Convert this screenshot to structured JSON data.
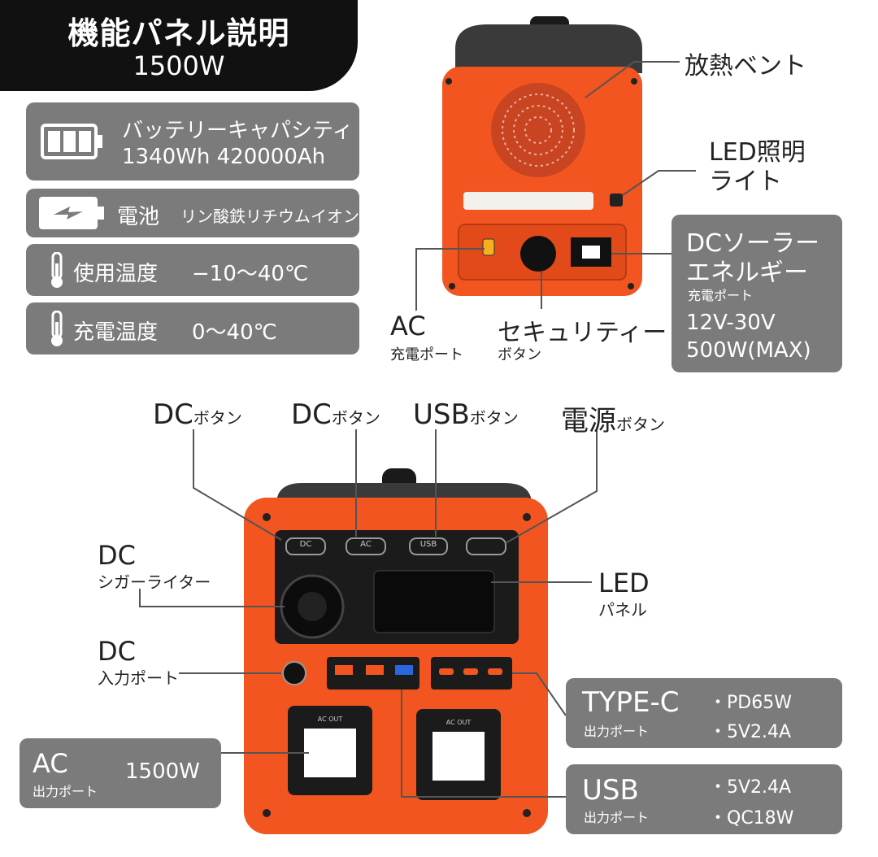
{
  "header": {
    "title": "機能パネル説明",
    "subtitle": "1500W"
  },
  "specs": [
    {
      "label": "バッテリーキャパシティ",
      "value": "1340Wh 420000Ah",
      "icon": "battery-icon"
    },
    {
      "label": "電池",
      "value": "リン酸鉄リチウムイオン",
      "icon": "battery-charge-icon"
    },
    {
      "label": "使用温度",
      "value": "−10〜40℃",
      "icon": "thermometer-icon"
    },
    {
      "label": "充電温度",
      "value": "0〜40℃",
      "icon": "thermometer-icon"
    }
  ],
  "top_labels": {
    "vent": "放熱ベント",
    "led_light_1": "LED照明",
    "led_light_2": "ライト",
    "ac_charge": "AC",
    "ac_charge_sub": "充電ポート",
    "security": "セキュリティー",
    "security_sub": "ボタン",
    "solar_1": "DCソーラー",
    "solar_2": "エネルギー",
    "solar_sub": "充電ポート",
    "solar_v": "12V-30V",
    "solar_w": "500W(MAX)"
  },
  "bottom_labels": {
    "dc_btn_1": "DC",
    "dc_btn_1_sub": "ボタン",
    "dc_btn_2": "DC",
    "dc_btn_2_sub": "ボタン",
    "usb_btn": "USB",
    "usb_btn_sub": "ボタン",
    "power_btn": "電源",
    "power_btn_sub": "ボタン",
    "cig": "DC",
    "cig_sub": "シガーライター",
    "led_panel": "LED",
    "led_panel_sub": "パネル",
    "dc_in": "DC",
    "dc_in_sub": "入力ポート",
    "ac_out": "AC",
    "ac_out_sub": "出力ポート",
    "ac_out_w": "1500W",
    "typec": "TYPE-C",
    "typec_sub": "出力ポート",
    "typec_v1": "・PD65W",
    "typec_v2": "・5V2.4A",
    "usb": "USB",
    "usb_sub": "出力ポート",
    "usb_v1": "・5V2.4A",
    "usb_v2": "・QC18W"
  },
  "device_text": {
    "btn_dc": "DC",
    "btn_ac": "AC",
    "btn_usb": "USB",
    "ac_out_label": "AC OUT"
  },
  "colors": {
    "orange": "#f2551f",
    "panel_gray": "#7b7b7b",
    "dark": "#111111"
  }
}
